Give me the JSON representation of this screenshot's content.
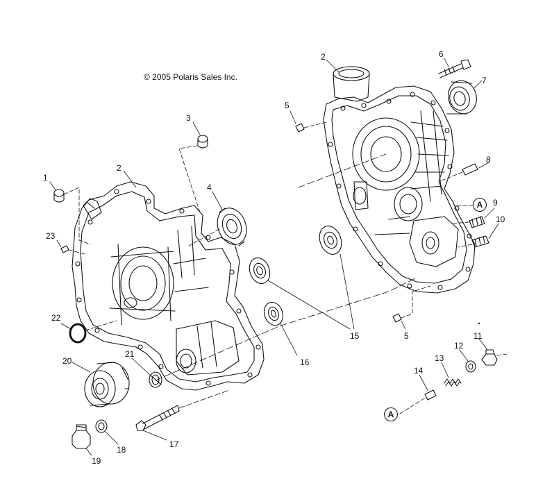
{
  "copyright": "© 2005 Polaris Sales Inc.",
  "ref_marker": "A",
  "callouts": {
    "c1": "1",
    "c2a": "2",
    "c2b": "2",
    "c3": "3",
    "c4": "4",
    "c5a": "5",
    "c5b": "5",
    "c6": "6",
    "c7": "7",
    "c8": "8",
    "c9": "9",
    "c10": "10",
    "c11": "11",
    "c12": "12",
    "c13": "13",
    "c14": "14",
    "c15": "15",
    "c16": "16",
    "c17": "17",
    "c18": "18",
    "c19": "19",
    "c20": "20",
    "c21": "21",
    "c22": "22",
    "c23": "23"
  }
}
